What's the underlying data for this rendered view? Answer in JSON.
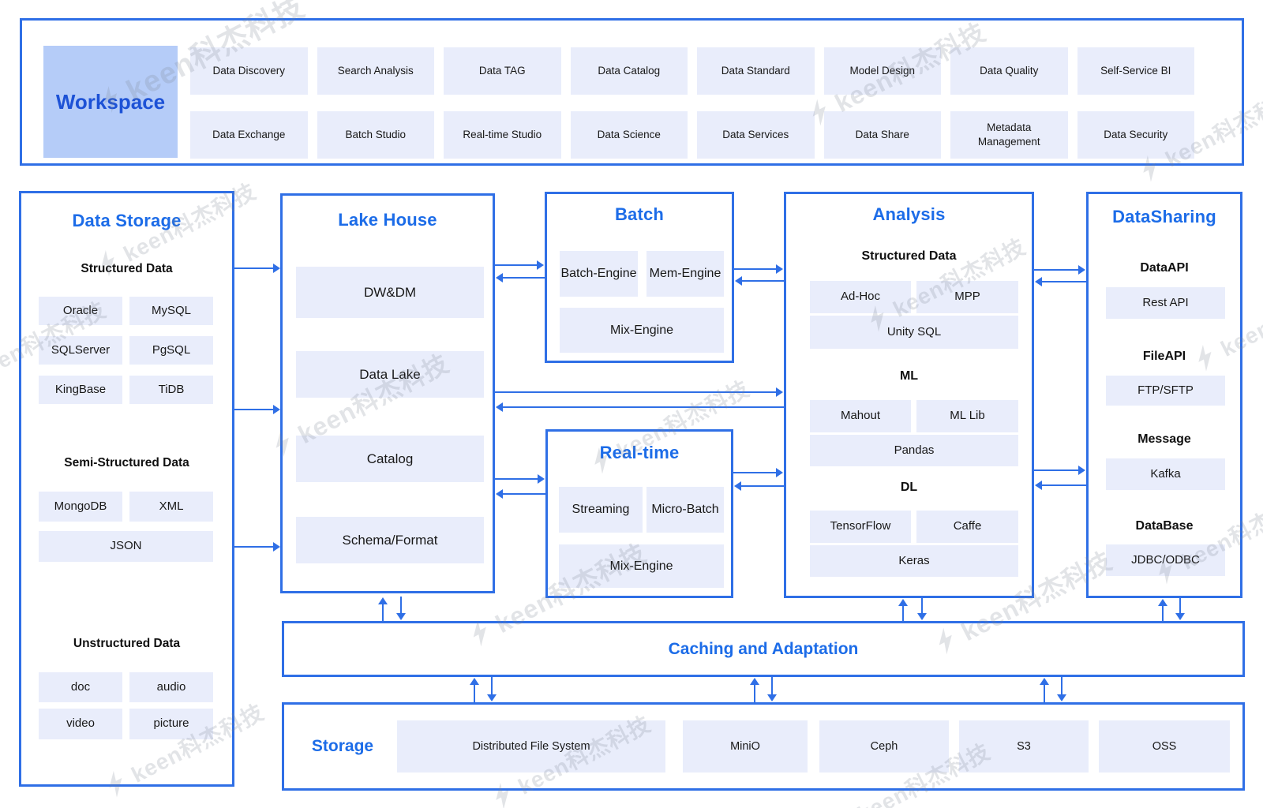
{
  "watermark": {
    "text": "keen科杰科技"
  },
  "colors": {
    "border_blue": "#2f6fe6",
    "title_blue": "#1c6ce8",
    "chip_bg": "#e9edfb",
    "workspace_bg": "#b5ccf8"
  },
  "workspace": {
    "title": "Workspace",
    "row1": [
      "Data Discovery",
      "Search Analysis",
      "Data TAG",
      "Data Catalog",
      "Data Standard",
      "Model Design",
      "Data Quality",
      "Self-Service BI"
    ],
    "row2": [
      "Data Exchange",
      "Batch Studio",
      "Real-time Studio",
      "Data Science",
      "Data Services",
      "Data Share",
      "Metadata Management",
      "Data Security"
    ]
  },
  "data_storage": {
    "title": "Data Storage",
    "structured": {
      "label": "Structured Data",
      "items": [
        "Oracle",
        "MySQL",
        "SQLServer",
        "PgSQL",
        "KingBase",
        "TiDB"
      ]
    },
    "semi_structured": {
      "label": "Semi-Structured Data",
      "items": [
        "MongoDB",
        "XML",
        "JSON"
      ]
    },
    "unstructured": {
      "label": "Unstructured Data",
      "items": [
        "doc",
        "audio",
        "video",
        "picture"
      ]
    }
  },
  "lake_house": {
    "title": "Lake House",
    "items": [
      "DW&DM",
      "Data Lake",
      "Catalog",
      "Schema/Format"
    ]
  },
  "batch": {
    "title": "Batch",
    "engines": [
      "Batch-Engine",
      "Mem-Engine",
      "Mix-Engine"
    ]
  },
  "real_time": {
    "title": "Real-time",
    "engines": [
      "Streaming",
      "Micro-Batch",
      "Mix-Engine"
    ]
  },
  "analysis": {
    "title": "Analysis",
    "groups": [
      {
        "label": "Structured Data",
        "items": [
          "Ad-Hoc",
          "MPP",
          "Unity SQL"
        ]
      },
      {
        "label": "ML",
        "items": [
          "Mahout",
          "ML Lib",
          "Pandas"
        ]
      },
      {
        "label": "DL",
        "items": [
          "TensorFlow",
          "Caffe",
          "Keras"
        ]
      }
    ]
  },
  "data_sharing": {
    "title": "DataSharing",
    "groups": [
      {
        "label": "DataAPI",
        "item": "Rest API"
      },
      {
        "label": "FileAPI",
        "item": "FTP/SFTP"
      },
      {
        "label": "Message",
        "item": "Kafka"
      },
      {
        "label": "DataBase",
        "item": "JDBC/ODBC"
      }
    ]
  },
  "caching": {
    "title": "Caching and Adaptation"
  },
  "storage": {
    "title": "Storage",
    "items": [
      "Distributed File System",
      "MiniO",
      "Ceph",
      "S3",
      "OSS"
    ]
  }
}
